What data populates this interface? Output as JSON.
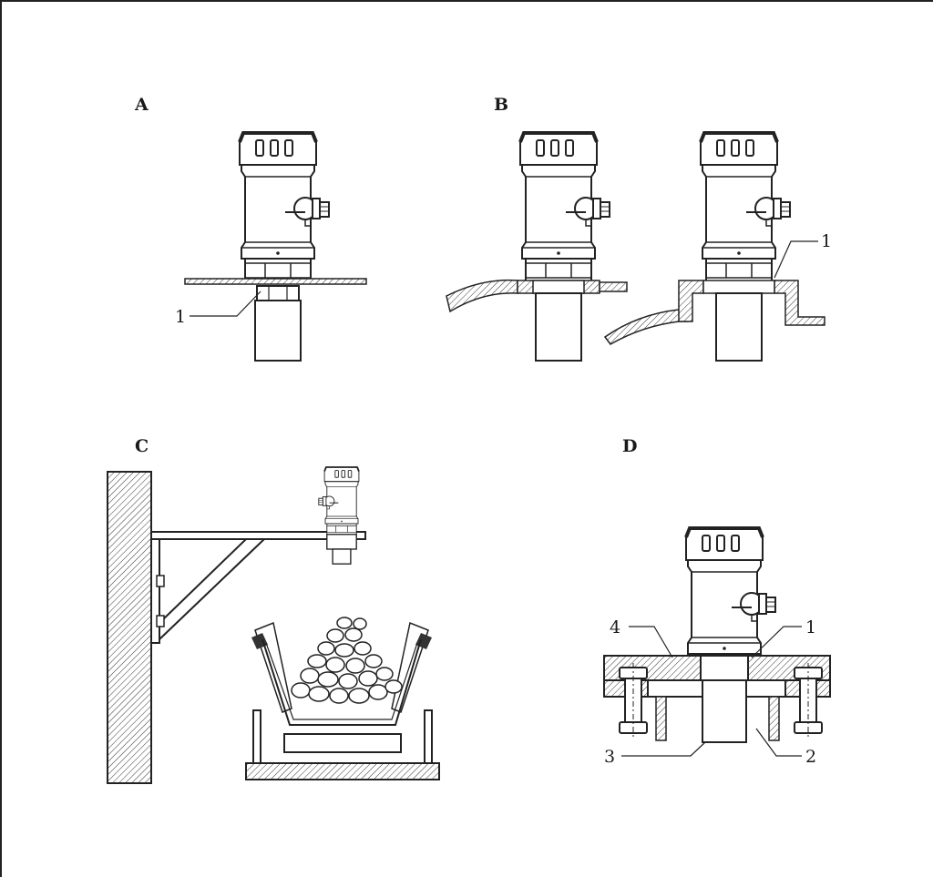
{
  "panels": [
    {
      "id": "A",
      "label": "A"
    },
    {
      "id": "B",
      "label": "B"
    },
    {
      "id": "C",
      "label": "C"
    },
    {
      "id": "D",
      "label": "D"
    }
  ],
  "callouts": {
    "a_1": "1",
    "b_1": "1",
    "d_1": "1",
    "d_2": "2",
    "d_3": "3",
    "d_4": "4"
  }
}
